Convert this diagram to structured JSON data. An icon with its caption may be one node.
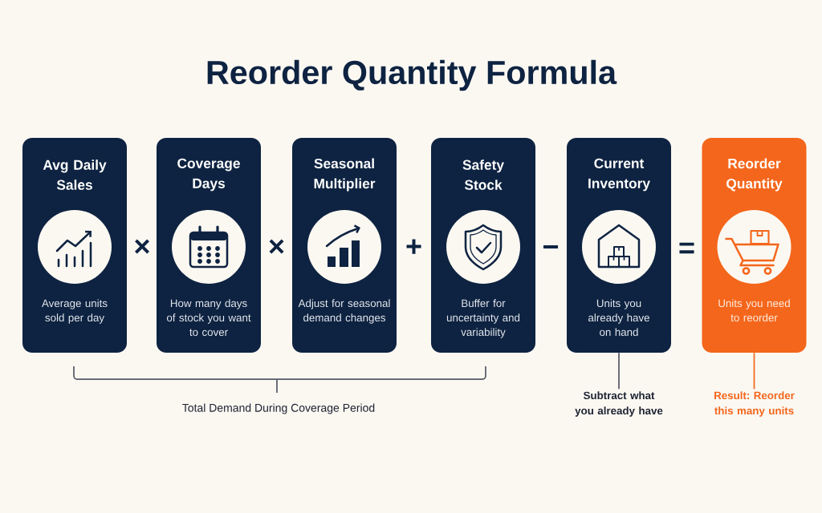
{
  "diagram": {
    "title": "Reorder Quantity Formula",
    "nodes": [
      {
        "text": [
          "Avg Daily Sales",
          "Average units sold per day"
        ]
      },
      {
        "text": [
          "Coverage Days",
          "How many days of stock you want to cover"
        ]
      },
      {
        "text": [
          "Seasonal Multiplier",
          "Adjust for seasonal demand changes"
        ]
      },
      {
        "text": [
          "Safety Stock",
          "Buffer for uncertainty and variability"
        ]
      },
      {
        "text": [
          "Current Inventory",
          "Units you already have on hand"
        ]
      },
      {
        "text": [
          "Reorder Quantity",
          "Units you need to reorder"
        ]
      },
      {
        "text": [
          "Subtract what you already have"
        ]
      },
      {
        "text": [
          "Result: Reorder this many units"
        ]
      }
    ],
    "edges": [
      {
        "from": 6,
        "to": 4,
        "arrow": "none"
      },
      {
        "from": 7,
        "to": 5,
        "arrow": "none",
        "color": "#f26a1f"
      }
    ],
    "labels": [
      "×",
      "×",
      "+",
      "−",
      "=",
      "Total Demand During Coverage Period"
    ]
  }
}
